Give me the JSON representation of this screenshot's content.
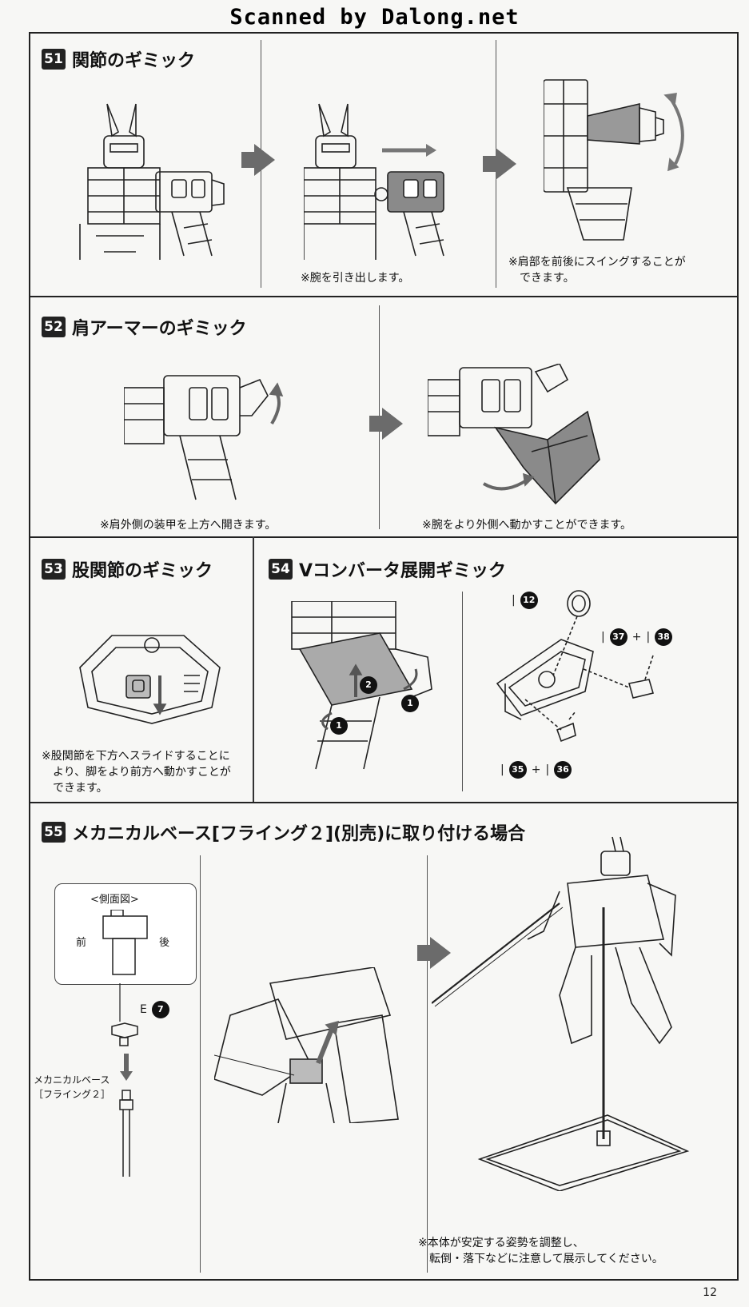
{
  "watermark": "Scanned by Dalong.net",
  "page_number": "12",
  "steps": [
    {
      "num": "51",
      "title": "関節のギミック"
    },
    {
      "num": "52",
      "title": "肩アーマーのギミック"
    },
    {
      "num": "53",
      "title": "股関節のギミック"
    },
    {
      "num": "54",
      "title": "Vコンバータ展開ギミック"
    },
    {
      "num": "55",
      "title": "メカニカルベース[フライング２](別売)に取り付ける場合"
    }
  ],
  "notes": {
    "s51_b": "※腕を引き出します。",
    "s51_c": "※肩部を前後にスイングすることが\n　できます。",
    "s52_a": "※肩外側の装甲を上方へ開きます。",
    "s52_b": "※腕をより外側へ動かすことができます。",
    "s53": "※股関節を下方へスライドすることに\n　より、脚をより前方へ動かすことが\n　できます。",
    "s55": "※本体が安定する姿勢を調整し、\n　転倒・落下などに注意して展示してください。"
  },
  "s54_parts": {
    "p12": "12",
    "p37": "37",
    "p38": "38",
    "p35": "35",
    "p36": "36",
    "plus": "+",
    "callout1": "1",
    "callout2": "2"
  },
  "s55_labels": {
    "side_view": "<側面図>",
    "front": "前",
    "back": "後",
    "part_runner": "E",
    "part_num": "7",
    "base_label": "メカニカルベース\n［フライング２］"
  }
}
